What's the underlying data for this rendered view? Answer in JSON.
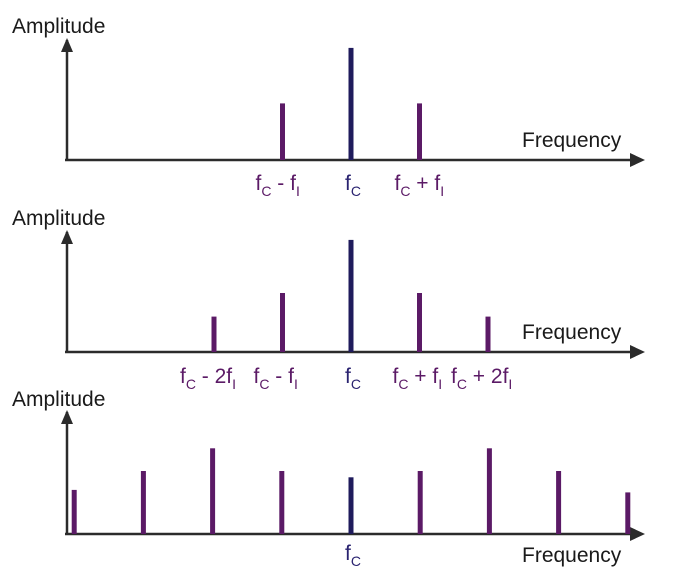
{
  "colors": {
    "axis": "#2b2b2b",
    "carrier": "#1f1b5c",
    "sideband": "#5b1a66",
    "label_carrier": "#2a2370",
    "label_sideband": "#5b1a66"
  },
  "panels": [
    {
      "y_label": "Amplitude",
      "x_label": "Frequency",
      "lines": [
        {
          "pos": -1,
          "height": 0.48,
          "role": "sideband"
        },
        {
          "pos": 0,
          "height": 0.95,
          "role": "carrier"
        },
        {
          "pos": 1,
          "height": 0.48,
          "role": "sideband"
        }
      ],
      "labels": [
        {
          "pos": -1,
          "role": "sideband",
          "parts": [
            [
              "f",
              ""
            ],
            [
              "C",
              "sub"
            ],
            [
              " - f",
              ""
            ],
            [
              "I",
              "sub"
            ]
          ]
        },
        {
          "pos": 0,
          "role": "carrier",
          "parts": [
            [
              "f",
              ""
            ],
            [
              "C",
              "sub"
            ]
          ]
        },
        {
          "pos": 1,
          "role": "sideband",
          "parts": [
            [
              "f",
              ""
            ],
            [
              "C",
              "sub"
            ],
            [
              " + f",
              ""
            ],
            [
              "I",
              "sub"
            ]
          ]
        }
      ]
    },
    {
      "y_label": "Amplitude",
      "x_label": "Frequency",
      "lines": [
        {
          "pos": -2,
          "height": 0.3,
          "role": "sideband"
        },
        {
          "pos": -1,
          "height": 0.5,
          "role": "sideband"
        },
        {
          "pos": 0,
          "height": 0.95,
          "role": "carrier"
        },
        {
          "pos": 1,
          "height": 0.5,
          "role": "sideband"
        },
        {
          "pos": 2,
          "height": 0.3,
          "role": "sideband"
        }
      ],
      "labels": [
        {
          "pos": -2,
          "role": "sideband",
          "parts": [
            [
              "f",
              ""
            ],
            [
              "C",
              "sub"
            ],
            [
              " - 2f",
              ""
            ],
            [
              "I",
              "sub"
            ]
          ]
        },
        {
          "pos": -1,
          "role": "sideband",
          "parts": [
            [
              "f",
              ""
            ],
            [
              "C",
              "sub"
            ],
            [
              " - f",
              ""
            ],
            [
              "I",
              "sub"
            ]
          ]
        },
        {
          "pos": 0,
          "role": "carrier",
          "parts": [
            [
              "f",
              ""
            ],
            [
              "C",
              "sub"
            ]
          ]
        },
        {
          "pos": 1,
          "role": "sideband",
          "parts": [
            [
              "f",
              ""
            ],
            [
              "C",
              "sub"
            ],
            [
              " + f",
              ""
            ],
            [
              "I",
              "sub"
            ]
          ]
        },
        {
          "pos": 2,
          "role": "sideband",
          "parts": [
            [
              "f",
              ""
            ],
            [
              "C",
              "sub"
            ],
            [
              " + 2f",
              ""
            ],
            [
              "I",
              "sub"
            ]
          ]
        }
      ]
    },
    {
      "y_label": "Amplitude",
      "x_label": "Frequency",
      "lines": [
        {
          "pos": -4,
          "height": 0.35,
          "role": "sideband"
        },
        {
          "pos": -3,
          "height": 0.5,
          "role": "sideband"
        },
        {
          "pos": -2,
          "height": 0.68,
          "role": "sideband"
        },
        {
          "pos": -1,
          "height": 0.5,
          "role": "sideband"
        },
        {
          "pos": 0,
          "height": 0.45,
          "role": "carrier"
        },
        {
          "pos": 1,
          "height": 0.5,
          "role": "sideband"
        },
        {
          "pos": 2,
          "height": 0.68,
          "role": "sideband"
        },
        {
          "pos": 3,
          "height": 0.5,
          "role": "sideband"
        },
        {
          "pos": 4,
          "height": 0.33,
          "role": "sideband"
        }
      ],
      "labels": [
        {
          "pos": 0,
          "role": "carrier",
          "parts": [
            [
              "f",
              ""
            ],
            [
              "C",
              "sub"
            ]
          ]
        }
      ]
    }
  ]
}
